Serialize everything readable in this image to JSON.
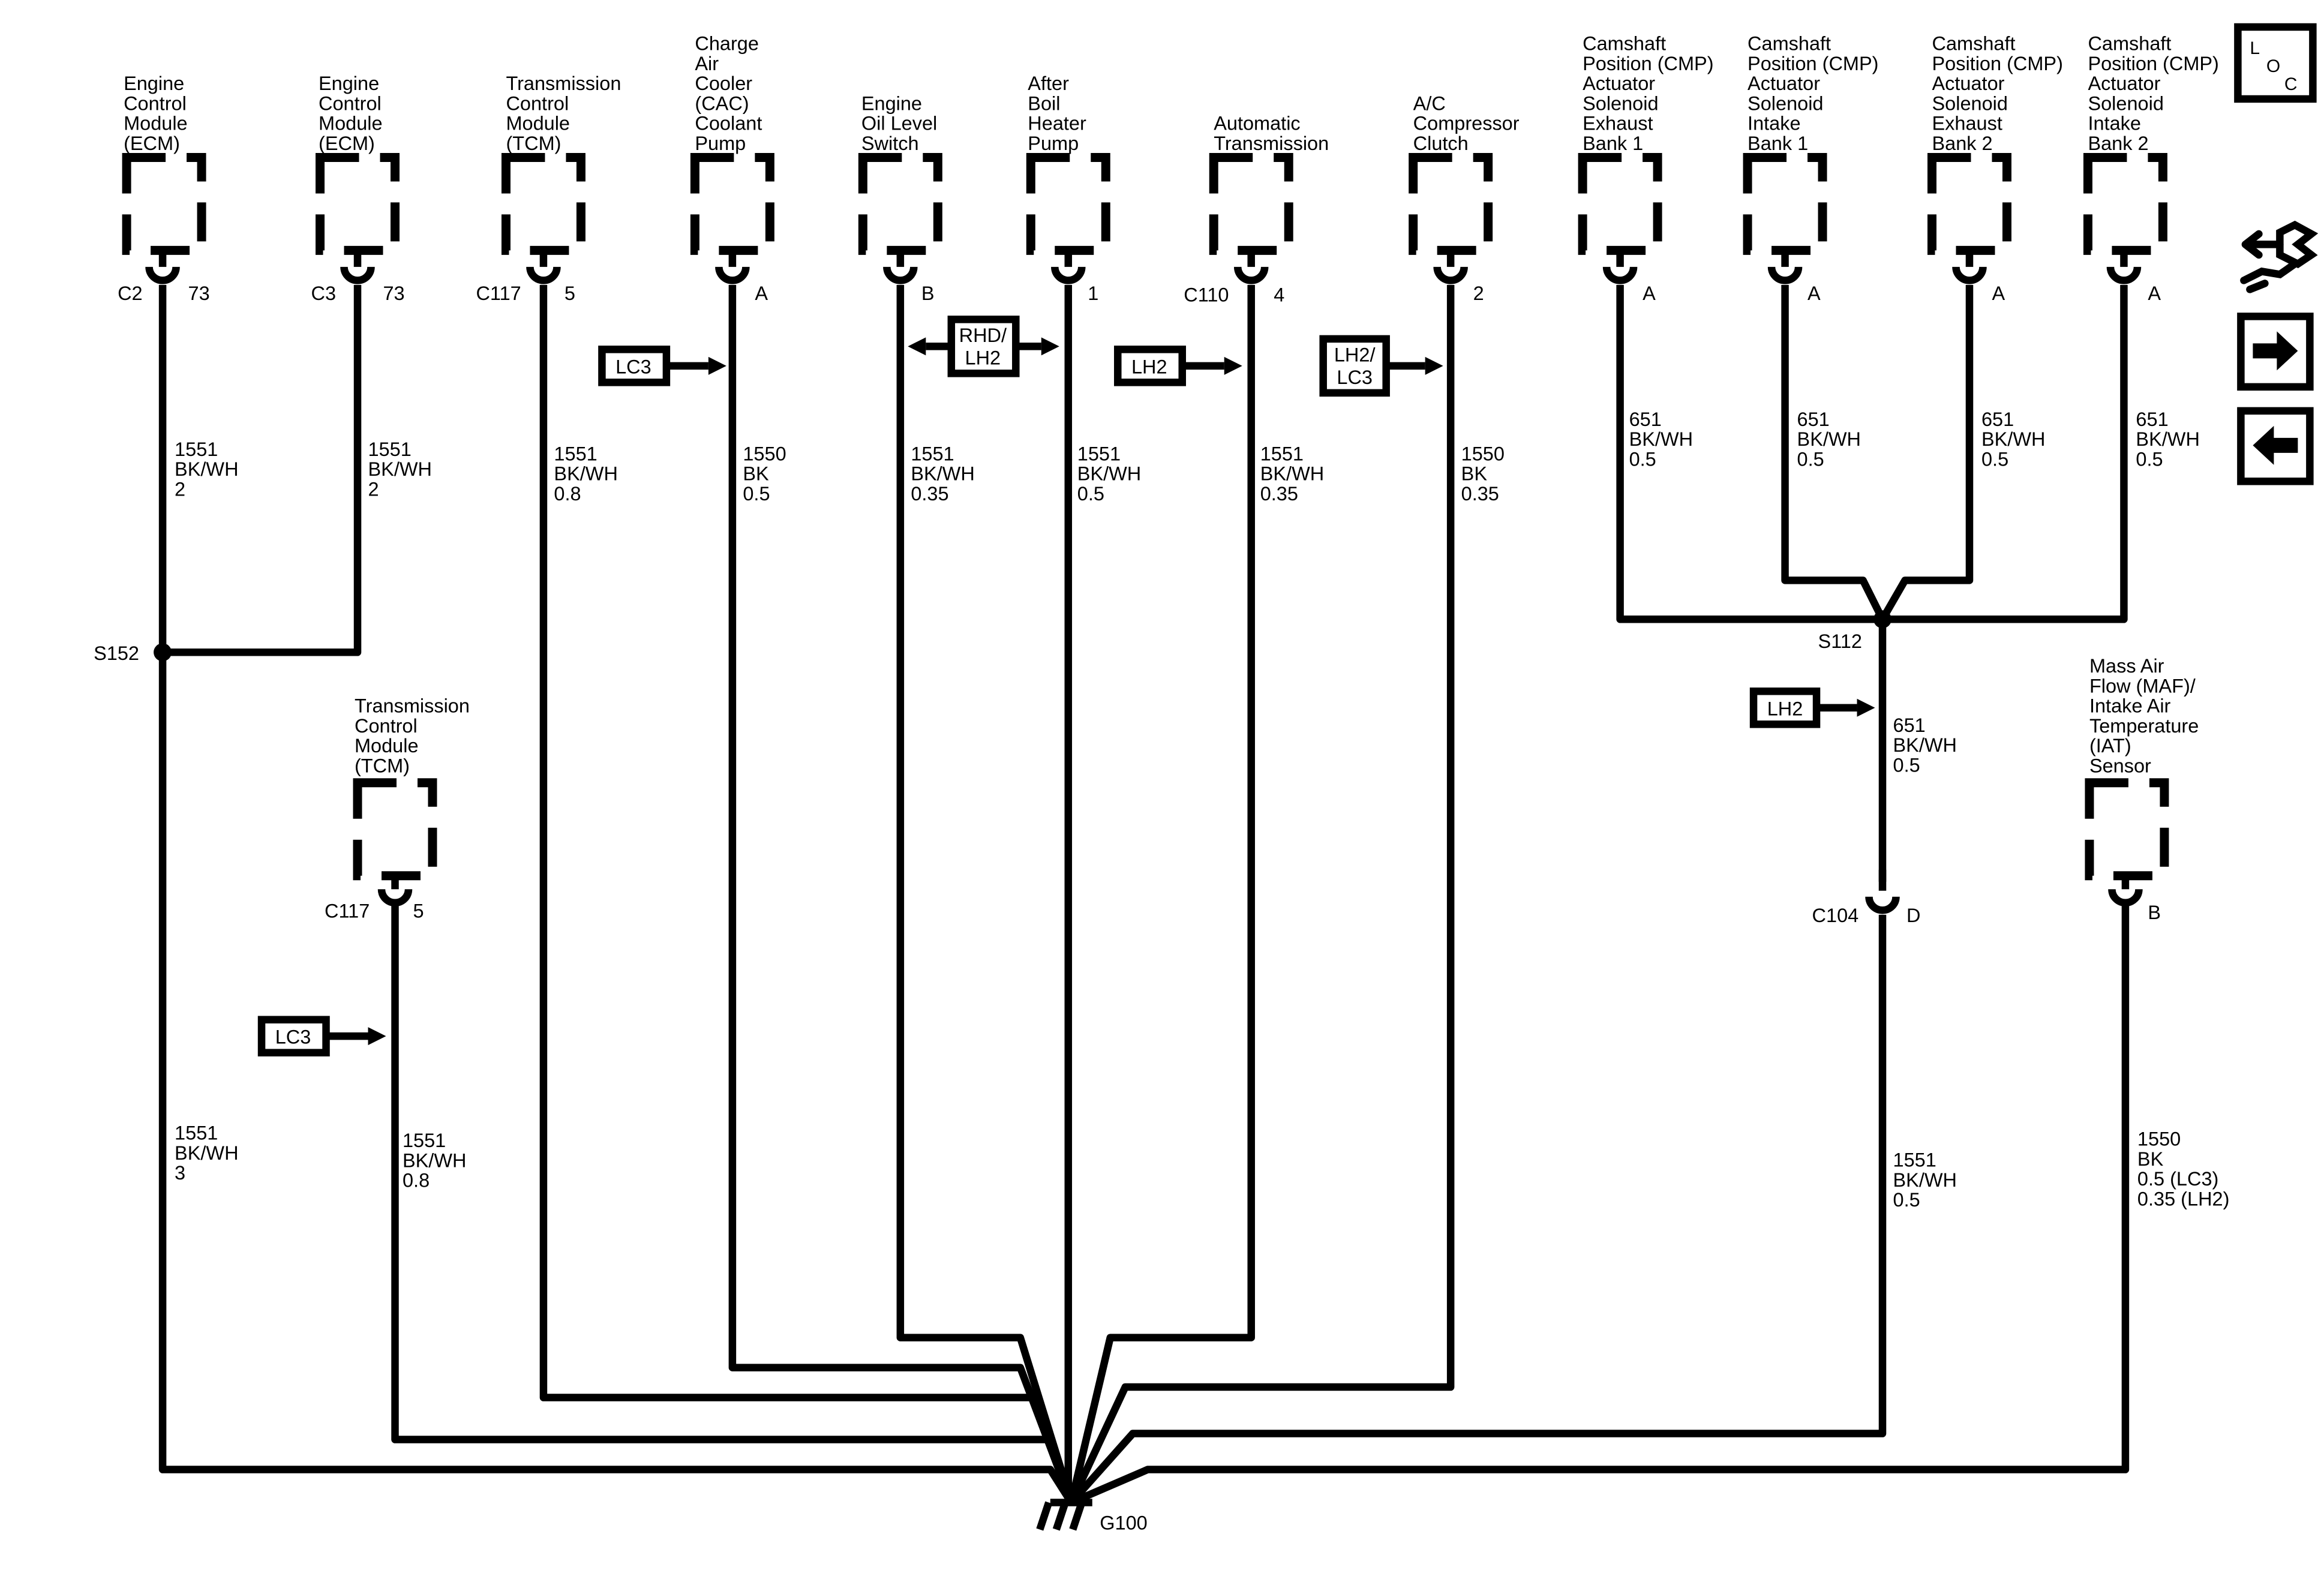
{
  "components": [
    {
      "id": "ecm_c2",
      "label": [
        "Engine",
        "Control",
        "Module",
        "(ECM)"
      ],
      "connector": "C2",
      "pin": "73",
      "wire": [
        "1551",
        "BK/WH",
        "2"
      ]
    },
    {
      "id": "ecm_c3",
      "label": [
        "Engine",
        "Control",
        "Module",
        "(ECM)"
      ],
      "connector": "C3",
      "pin": "73",
      "wire": [
        "1551",
        "BK/WH",
        "2"
      ]
    },
    {
      "id": "tcm_top",
      "label": [
        "Transmission",
        "Control",
        "Module",
        "(TCM)"
      ],
      "connector": "C117",
      "pin": "5",
      "wire": [
        "1551",
        "BK/WH",
        "0.8"
      ]
    },
    {
      "id": "cac_pump",
      "label": [
        "Charge",
        "Air",
        "Cooler",
        "(CAC)",
        "Coolant",
        "Pump"
      ],
      "connector": "",
      "pin": "A",
      "wire": [
        "1550",
        "BK",
        "0.5"
      ]
    },
    {
      "id": "oil_switch",
      "label": [
        "Engine",
        "Oil Level",
        "Switch"
      ],
      "connector": "",
      "pin": "B",
      "wire": [
        "1551",
        "BK/WH",
        "0.35"
      ]
    },
    {
      "id": "heater_pump",
      "label": [
        "After",
        "Boil",
        "Heater",
        "Pump"
      ],
      "connector": "",
      "pin": "1",
      "wire": [
        "1551",
        "BK/WH",
        "0.5"
      ]
    },
    {
      "id": "auto_trans",
      "label": [
        "Automatic",
        "Transmission"
      ],
      "connector": "C110",
      "pin": "4",
      "wire": [
        "1551",
        "BK/WH",
        "0.35"
      ]
    },
    {
      "id": "ac_clutch",
      "label": [
        "A/C",
        "Compressor",
        "Clutch"
      ],
      "connector": "",
      "pin": "2",
      "wire": [
        "1550",
        "BK",
        "0.35"
      ]
    },
    {
      "id": "cmp_exh_b1",
      "label": [
        "Camshaft",
        "Position (CMP)",
        "Actuator",
        "Solenoid",
        "Exhaust",
        "Bank 1"
      ],
      "connector": "",
      "pin": "A",
      "wire": [
        "651",
        "BK/WH",
        "0.5"
      ]
    },
    {
      "id": "cmp_int_b1",
      "label": [
        "Camshaft",
        "Position (CMP)",
        "Actuator",
        "Solenoid",
        "Intake",
        "Bank 1"
      ],
      "connector": "",
      "pin": "A",
      "wire": [
        "651",
        "BK/WH",
        "0.5"
      ]
    },
    {
      "id": "cmp_exh_b2",
      "label": [
        "Camshaft",
        "Position (CMP)",
        "Actuator",
        "Solenoid",
        "Exhaust",
        "Bank 2"
      ],
      "connector": "",
      "pin": "A",
      "wire": [
        "651",
        "BK/WH",
        "0.5"
      ]
    },
    {
      "id": "cmp_int_b2",
      "label": [
        "Camshaft",
        "Position (CMP)",
        "Actuator",
        "Solenoid",
        "Intake",
        "Bank 2"
      ],
      "connector": "",
      "pin": "A",
      "wire": [
        "651",
        "BK/WH",
        "0.5"
      ]
    },
    {
      "id": "tcm_low",
      "label": [
        "Transmission",
        "Control",
        "Module",
        "(TCM)"
      ],
      "connector": "C117",
      "pin": "5",
      "wire": [
        "1551",
        "BK/WH",
        "0.8"
      ]
    },
    {
      "id": "maf",
      "label": [
        "Mass Air",
        "Flow (MAF)/",
        "Intake Air",
        "Temperature",
        "(IAT)",
        "Sensor"
      ],
      "connector": "",
      "pin": "B",
      "wire": [
        "1550",
        "BK",
        "0.5 (LC3)",
        "0.35 (LH2)"
      ]
    }
  ],
  "variant_tags": {
    "cac": [
      "LC3"
    ],
    "oil_heater": [
      "RHD/",
      "LH2"
    ],
    "auto_trans": [
      "LH2"
    ],
    "ac_clutch": [
      "LH2/",
      "LC3"
    ],
    "s112_trunk": [
      "LH2"
    ],
    "tcm_low": [
      "LC3"
    ]
  },
  "splices": {
    "s152": "S152",
    "s112": "S112"
  },
  "connectors": {
    "c104": "C104",
    "c104_pin": "D"
  },
  "wires": {
    "ecm_trunk": [
      "1551",
      "BK/WH",
      "3"
    ],
    "s112_trunk": [
      "651",
      "BK/WH",
      "0.5"
    ],
    "c104_trunk": [
      "1551",
      "BK/WH",
      "0.5"
    ]
  },
  "ground": "G100",
  "loc_icon": {
    "l": "L",
    "o": "O",
    "c": "C"
  },
  "nav_icons": [
    "locator-loc-icon",
    "harness-connector-icon",
    "next-page-arrow-icon",
    "previous-page-arrow-icon"
  ]
}
